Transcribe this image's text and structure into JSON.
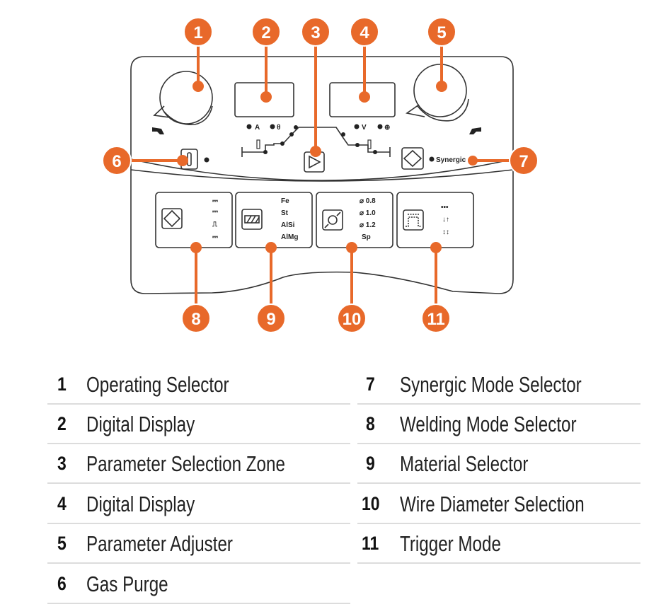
{
  "colors": {
    "accent": "#e8692a",
    "outline": "#333333"
  },
  "panel": {
    "display_left_labels": [
      "A",
      "θ"
    ],
    "display_right_labels": [
      "V",
      "⊕"
    ],
    "synergic_label": "Synergic",
    "welding_modes": [
      "⎓",
      "⎓",
      "⎍",
      "⎓"
    ],
    "materials": [
      "Fe",
      "St",
      "AlSi",
      "AlMg"
    ],
    "wire_diameters": [
      "⌀ 0.8",
      "⌀ 1.0",
      "⌀ 1.2",
      "Sp"
    ],
    "trigger_modes": [
      "•••",
      "↓↑",
      "↕↕"
    ]
  },
  "callouts": [
    "1",
    "2",
    "3",
    "4",
    "5",
    "6",
    "7",
    "8",
    "9",
    "10",
    "11"
  ],
  "legend": {
    "left": [
      {
        "num": "1",
        "text": "Operating Selector"
      },
      {
        "num": "2",
        "text": "Digital Display"
      },
      {
        "num": "3",
        "text": "Parameter Selection Zone"
      },
      {
        "num": "4",
        "text": "Digital Display"
      },
      {
        "num": "5",
        "text": "Parameter Adjuster"
      },
      {
        "num": "6",
        "text": "Gas Purge"
      }
    ],
    "right": [
      {
        "num": "7",
        "text": "Synergic Mode Selector"
      },
      {
        "num": "8",
        "text": "Welding Mode Selector"
      },
      {
        "num": "9",
        "text": "Material Selector"
      },
      {
        "num": "10",
        "text": "Wire Diameter Selection"
      },
      {
        "num": "11",
        "text": "Trigger Mode"
      }
    ]
  }
}
